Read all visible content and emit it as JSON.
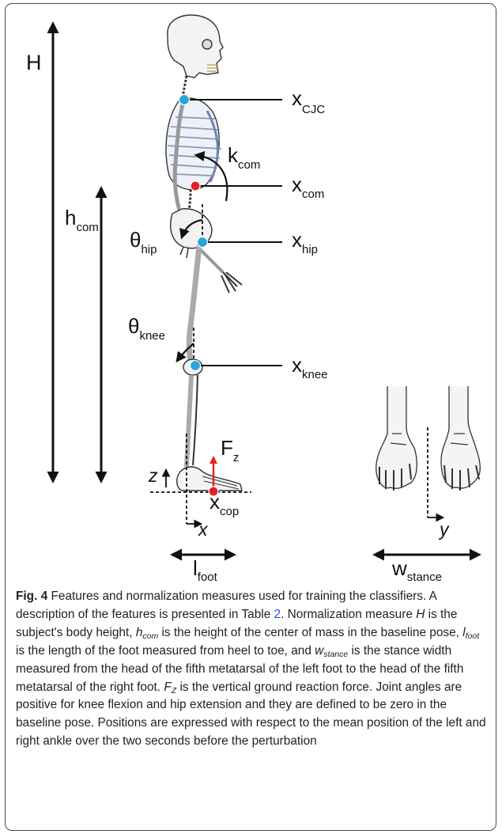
{
  "figure": {
    "labels": {
      "H": "H",
      "x_cjc": "x",
      "x_cjc_sub": "CJC",
      "k_com": "k",
      "k_com_sub": "com",
      "x_com": "x",
      "x_com_sub": "com",
      "h_com": "h",
      "h_com_sub": "com",
      "theta_hip": "θ",
      "theta_hip_sub": "hip",
      "x_hip": "x",
      "x_hip_sub": "hip",
      "theta_knee": "θ",
      "theta_knee_sub": "knee",
      "x_knee": "x",
      "x_knee_sub": "knee",
      "F_z": "F",
      "F_z_sub": "z",
      "z_axis": "z",
      "x_cop": "x",
      "x_cop_sub": "cop",
      "x_axis": "x",
      "y_axis": "y",
      "l_foot": "l",
      "l_foot_sub": "foot",
      "w_stance": "w",
      "w_stance_sub": "stance"
    },
    "colors": {
      "joint_marker": "#2aa6dc",
      "com_marker": "#e02424",
      "force_arrow": "#e02424",
      "line": "#111111"
    }
  },
  "caption": {
    "label": "Fig. 4",
    "t1": " Features and normalization measures used for training the classifiers. A description of the features is presented in Table ",
    "table_ref": "2",
    "t2": ". Normalization measure ",
    "H": "H",
    "t3": " is the subject's body height, ",
    "h": "h",
    "h_sub": "com",
    "t4": " is the height of the center of mass in the baseline pose, ",
    "l": "l",
    "l_sub": "foot",
    "t5": " is the length of the foot measured from heel to toe, and ",
    "w": "w",
    "w_sub": "stance",
    "t6": " is the stance width measured from the head of the fifth metatarsal of the left foot to the head of the fifth metatarsal of the right foot. ",
    "F": "F",
    "F_sub": "Z",
    "t7": " is the vertical ground reaction force. Joint angles are positive for knee flexion and hip extension and they are defined to be zero in the baseline pose. Positions are expressed with respect to the mean position of the left and right ankle over the two seconds before the perturbation"
  }
}
